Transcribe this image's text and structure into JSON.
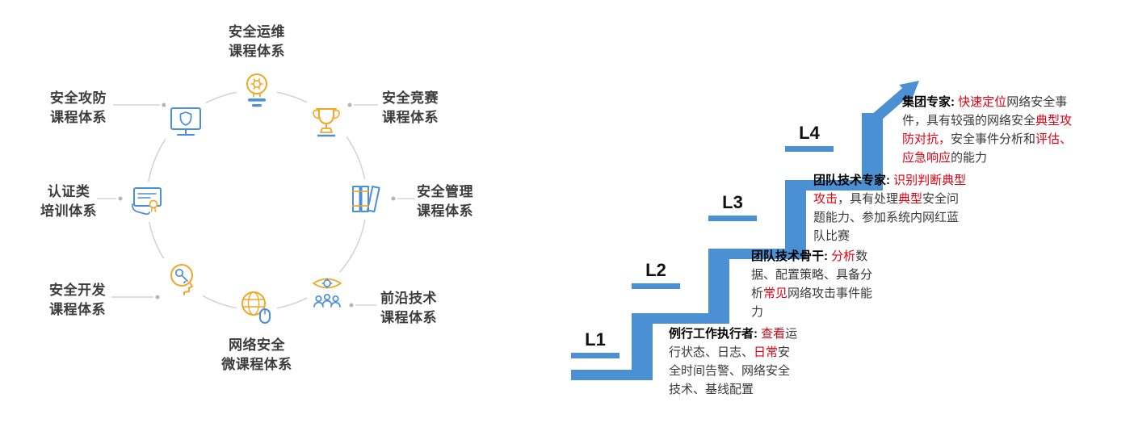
{
  "colors": {
    "stair_blue": "#4a90d2",
    "icon_orange": "#f5a623",
    "icon_blue": "#4a90d9",
    "highlight_red": "#e60012",
    "circle_gray": "#d2d2d2"
  },
  "course_wheel": {
    "items": [
      {
        "id": "ops",
        "icon": "lightbulb-gear-icon",
        "line1": "安全运维",
        "line2": "课程体系"
      },
      {
        "id": "attack_defense",
        "icon": "monitor-shield-icon",
        "line1": "安全攻防",
        "line2": "课程体系"
      },
      {
        "id": "competition",
        "icon": "trophy-icon",
        "line1": "安全竞赛",
        "line2": "课程体系"
      },
      {
        "id": "certification",
        "icon": "certificate-hand-icon",
        "line1": "认证类",
        "line2": "培训体系"
      },
      {
        "id": "management",
        "icon": "books-icon",
        "line1": "安全管理",
        "line2": "课程体系"
      },
      {
        "id": "development",
        "icon": "head-key-icon",
        "line1": "安全开发",
        "line2": "课程体系"
      },
      {
        "id": "frontier",
        "icon": "eye-team-icon",
        "line1": "前沿技术",
        "line2": "课程体系"
      },
      {
        "id": "micro",
        "icon": "globe-mouse-icon",
        "line1": "网络安全",
        "line2": "微课程体系"
      }
    ]
  },
  "ladder": {
    "steps": [
      {
        "level": "L1",
        "segments": [
          {
            "text": "例行工作执行者: ",
            "style": "bold"
          },
          {
            "text": "查看",
            "style": "red"
          },
          {
            "text": "运行状态、日志、",
            "style": ""
          },
          {
            "text": "日常",
            "style": "red"
          },
          {
            "text": "安全时间告警、网络安全技术、基线配置",
            "style": ""
          }
        ]
      },
      {
        "level": "L2",
        "segments": [
          {
            "text": "团队技术骨干: ",
            "style": "bold"
          },
          {
            "text": "分析",
            "style": "red"
          },
          {
            "text": "数据、配置策略、具备分析",
            "style": ""
          },
          {
            "text": "常见",
            "style": "red"
          },
          {
            "text": "网络攻击事件能力",
            "style": ""
          }
        ]
      },
      {
        "level": "L3",
        "segments": [
          {
            "text": "团队技术专家: ",
            "style": "bold"
          },
          {
            "text": "识别判断典型攻击",
            "style": "red"
          },
          {
            "text": "，具有处理",
            "style": ""
          },
          {
            "text": "典型",
            "style": "red"
          },
          {
            "text": "安全问题能力、参加系统内网红蓝队比赛",
            "style": ""
          }
        ]
      },
      {
        "level": "L4",
        "segments": [
          {
            "text": "集团专家: ",
            "style": "bold"
          },
          {
            "text": "快速定位",
            "style": "red"
          },
          {
            "text": "网络安全事件，具有较强的网络安全",
            "style": ""
          },
          {
            "text": "典型攻防对抗，",
            "style": "red"
          },
          {
            "text": "安全事件分析和",
            "style": ""
          },
          {
            "text": "评估、应急响应",
            "style": "red"
          },
          {
            "text": "的能力",
            "style": ""
          }
        ]
      }
    ]
  }
}
